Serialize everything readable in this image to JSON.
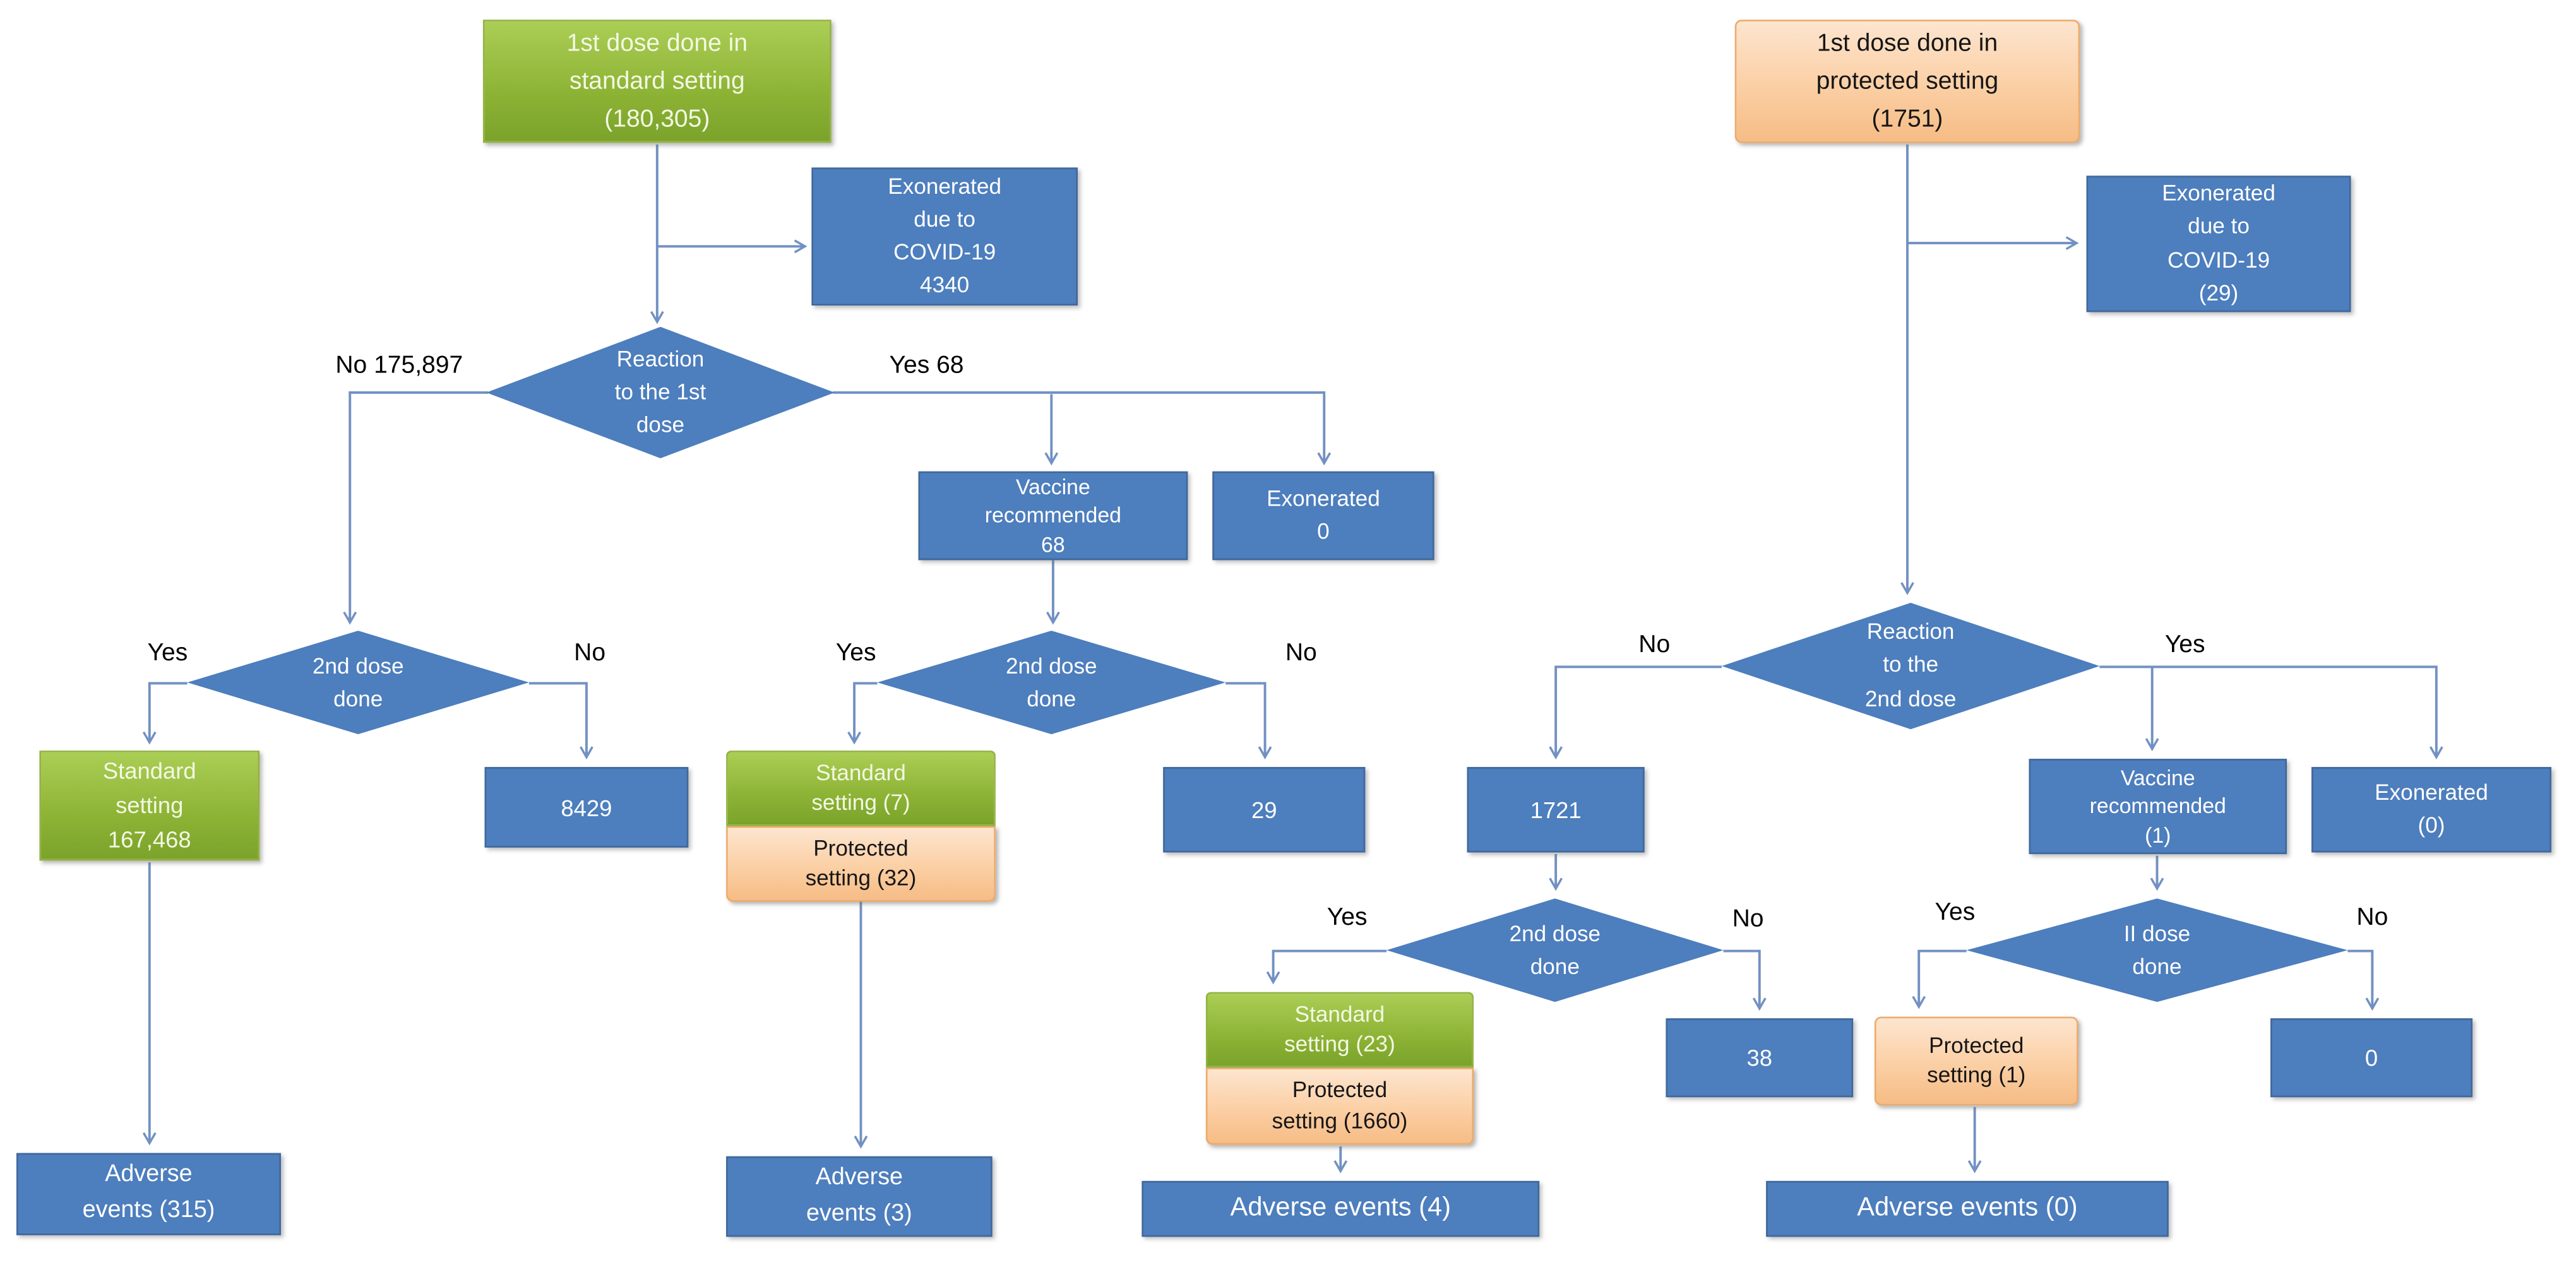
{
  "colors": {
    "box_blue": "#4d7ebd",
    "box_blue_border": "#40689c",
    "box_green": "#8db335",
    "box_orange": "#fbcfa4",
    "connector_line": "#7291c2",
    "label_text": "#000000"
  },
  "nodes": {
    "first_dose_standard": "1st dose done in\nstandard setting\n(180,305)",
    "exonerated_covid_standard": "Exonerated\ndue to\nCOVID-19\n4340",
    "reaction_1st_dose": "Reaction\nto the 1st\ndose",
    "second_dose_left": "2nd dose\ndone",
    "standard_setting_167468": "Standard\nsetting\n167,468",
    "no_second_dose_8429": "8429",
    "adverse_events_315": "Adverse\nevents (315)",
    "vaccine_recommended_68": "Vaccine\nrecommended\n68",
    "exonerated_0": "Exonerated\n0",
    "second_dose_mid": "2nd dose\ndone",
    "standard_setting_7": "Standard\nsetting (7)",
    "protected_setting_32": "Protected\nsetting (32)",
    "no_second_dose_29": "29",
    "adverse_events_3": "Adverse\nevents (3)",
    "first_dose_protected": "1st dose done in\nprotected setting\n(1751)",
    "exonerated_covid_protected": "Exonerated\ndue to\nCOVID-19\n(29)",
    "reaction_2nd_dose": "Reaction\nto the\n2nd dose",
    "no_reaction_1721": "1721",
    "vaccine_recommended_1": "Vaccine\nrecommended\n(1)",
    "exonerated_0_right": "Exonerated\n(0)",
    "second_dose_right": "2nd dose\ndone",
    "standard_setting_23": "Standard\nsetting (23)",
    "protected_setting_1660": "Protected\nsetting (1660)",
    "no_second_dose_38": "38",
    "adverse_events_4": "Adverse events (4)",
    "ii_dose_done": "II dose\ndone",
    "protected_setting_1": "Protected\nsetting (1)",
    "no_ii_dose_0": "0",
    "adverse_events_0": "Adverse events (0)"
  },
  "labels": {
    "reaction1_no": "No 175,897",
    "reaction1_yes": "Yes 68",
    "dose2_left_yes": "Yes",
    "dose2_left_no": "No",
    "dose2_mid_yes": "Yes",
    "dose2_mid_no": "No",
    "reaction2_no": "No",
    "reaction2_yes": "Yes",
    "dose2_right_yes": "Yes",
    "dose2_right_no": "No",
    "ii_dose_yes": "Yes",
    "ii_dose_no": "No"
  }
}
